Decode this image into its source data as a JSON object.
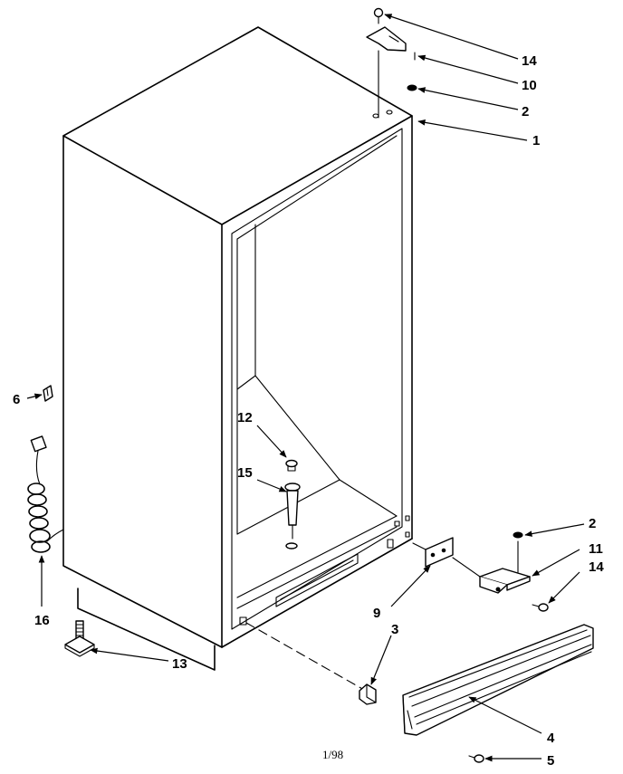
{
  "callouts": {
    "c14a": "14",
    "c10": "10",
    "c2a": "2",
    "c1": "1",
    "c6": "6",
    "c12": "12",
    "c15": "15",
    "c16": "16",
    "c13": "13",
    "c2b": "2",
    "c11": "11",
    "c14b": "14",
    "c9": "9",
    "c3": "3",
    "c4": "4",
    "c5": "5"
  },
  "footer": {
    "date_code": "1/98"
  }
}
